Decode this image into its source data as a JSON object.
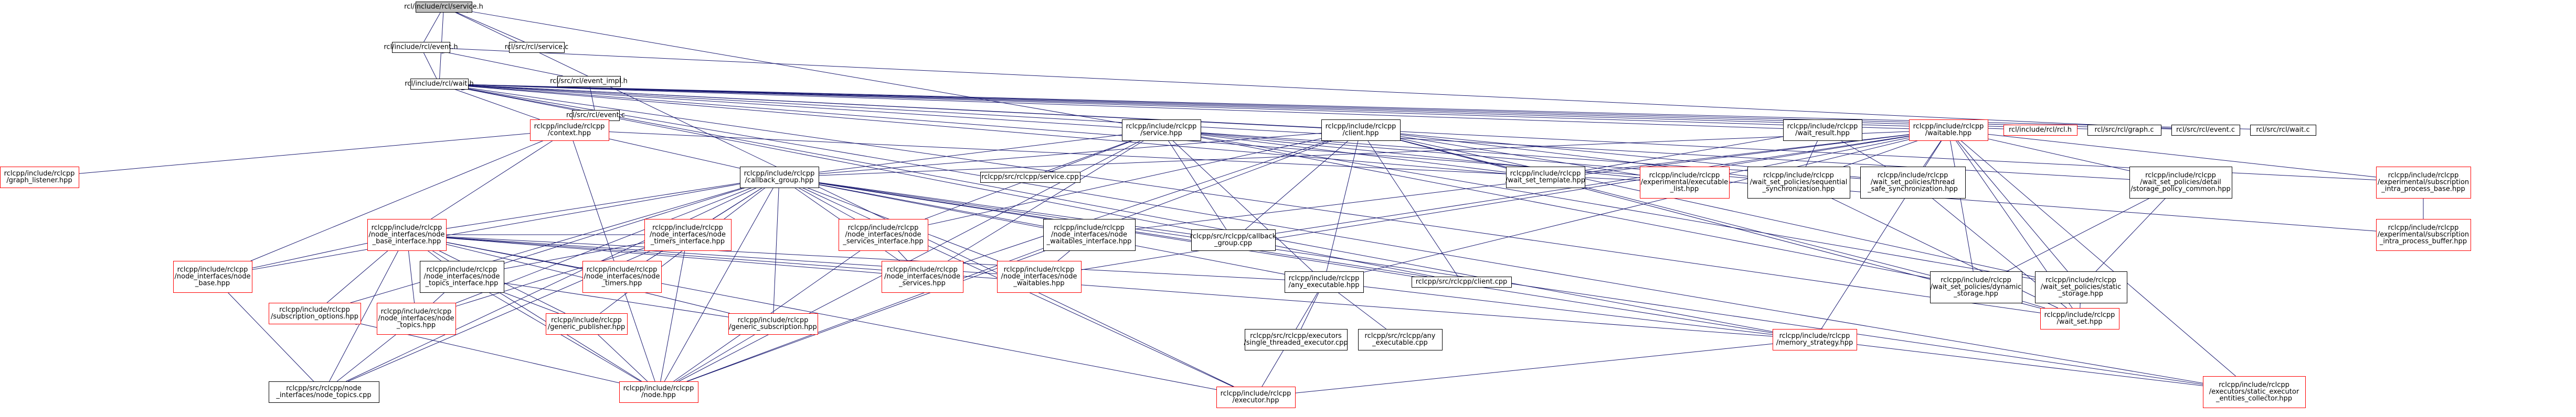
{
  "graph": {
    "colors": {
      "normal_border": "#000000",
      "missing_border": "#ff0000",
      "root_fill": "#bfbfbf",
      "edge": "#191970",
      "text": "#000000",
      "background": "#ffffff"
    },
    "nodes": [
      {
        "id": "root",
        "lines": [
          "rcl/include/rcl/service.h"
        ],
        "style": "root"
      },
      {
        "id": "event_h",
        "lines": [
          "rcl/include/rcl/event.h"
        ],
        "style": "normal"
      },
      {
        "id": "service_c",
        "lines": [
          "rcl/src/rcl/service.c"
        ],
        "style": "normal"
      },
      {
        "id": "wait_h",
        "lines": [
          "rcl/include/rcl/wait.h"
        ],
        "style": "normal"
      },
      {
        "id": "event_impl_h",
        "lines": [
          "rcl/src/rcl/event_impl.h"
        ],
        "style": "normal"
      },
      {
        "id": "event_c",
        "lines": [
          "rcl/src/rcl/event.c"
        ],
        "style": "normal"
      },
      {
        "id": "context_hpp",
        "lines": [
          "rclcpp/include/rclcpp",
          "/context.hpp"
        ],
        "style": "missing"
      },
      {
        "id": "service_hpp",
        "lines": [
          "rclcpp/include/rclcpp",
          "/service.hpp"
        ],
        "style": "normal"
      },
      {
        "id": "client_hpp",
        "lines": [
          "rclcpp/include/rclcpp",
          "/client.hpp"
        ],
        "style": "normal"
      },
      {
        "id": "wait_result_hpp",
        "lines": [
          "rclcpp/include/rclcpp",
          "/wait_result.hpp"
        ],
        "style": "normal"
      },
      {
        "id": "waitable_hpp",
        "lines": [
          "rclcpp/include/rclcpp",
          "/waitable.hpp"
        ],
        "style": "missing"
      },
      {
        "id": "rcl_h",
        "lines": [
          "rcl/include/rcl/rcl.h"
        ],
        "style": "missing"
      },
      {
        "id": "graph_c",
        "lines": [
          "rcl/src/rcl/graph.c"
        ],
        "style": "normal"
      },
      {
        "id": "rcl_event_c",
        "lines": [
          "rcl/src/rcl/event.c"
        ],
        "style": "normal"
      },
      {
        "id": "wait_c",
        "lines": [
          "rcl/src/rcl/wait.c"
        ],
        "style": "normal"
      },
      {
        "id": "graph_listener_hpp",
        "lines": [
          "rclcpp/include/rclcpp",
          "/graph_listener.hpp"
        ],
        "style": "missing"
      },
      {
        "id": "callback_group_hpp",
        "lines": [
          "rclcpp/include/rclcpp",
          "/callback_group.hpp"
        ],
        "style": "normal"
      },
      {
        "id": "service_cpp",
        "lines": [
          "rclcpp/src/rclcpp/service.cpp"
        ],
        "style": "normal"
      },
      {
        "id": "wait_template_hpp",
        "lines": [
          "rclcpp/include/rclcpp",
          "/wait_set_template.hpp"
        ],
        "style": "normal"
      },
      {
        "id": "executable_list_hpp",
        "lines": [
          "rclcpp/include/rclcpp",
          "/experimental/executable",
          "_list.hpp"
        ],
        "style": "missing"
      },
      {
        "id": "sequential_sync_hpp",
        "lines": [
          "rclcpp/include/rclcpp",
          "/wait_set_policies/sequential",
          "_synchronization.hpp"
        ],
        "style": "normal"
      },
      {
        "id": "thread_safe_sync_hpp",
        "lines": [
          "rclcpp/include/rclcpp",
          "/wait_set_policies/thread",
          "_safe_synchronization.hpp"
        ],
        "style": "normal"
      },
      {
        "id": "storage_policy_common_hpp",
        "lines": [
          "rclcpp/include/rclcpp",
          "/wait_set_policies/detail",
          "/storage_policy_common.hpp"
        ],
        "style": "normal"
      },
      {
        "id": "intra_process_base_hpp",
        "lines": [
          "rclcpp/include/rclcpp",
          "/experimental/subscription",
          "_intra_process_base.hpp"
        ],
        "style": "missing"
      },
      {
        "id": "intra_process_buffer_hpp",
        "lines": [
          "rclcpp/include/rclcpp",
          "/experimental/subscription",
          "_intra_process_buffer.hpp"
        ],
        "style": "missing"
      },
      {
        "id": "node_base_interface_hpp",
        "lines": [
          "rclcpp/include/rclcpp",
          "/node_interfaces/node",
          "_base_interface.hpp"
        ],
        "style": "missing"
      },
      {
        "id": "node_timers_interface_hpp",
        "lines": [
          "rclcpp/include/rclcpp",
          "/node_interfaces/node",
          "_timers_interface.hpp"
        ],
        "style": "missing"
      },
      {
        "id": "node_services_interface_hpp",
        "lines": [
          "rclcpp/include/rclcpp",
          "/node_interfaces/node",
          "_services_interface.hpp"
        ],
        "style": "missing"
      },
      {
        "id": "node_waitables_interface_hpp",
        "lines": [
          "rclcpp/include/rclcpp",
          "/node_interfaces/node",
          "_waitables_interface.hpp"
        ],
        "style": "normal"
      },
      {
        "id": "callback_group_cpp",
        "lines": [
          "rclcpp/src/rclcpp/callback",
          "_group.cpp"
        ],
        "style": "normal"
      },
      {
        "id": "dynamic_storage_hpp",
        "lines": [
          "rclcpp/include/rclcpp",
          "/wait_set_policies/dynamic",
          "_storage.hpp"
        ],
        "style": "normal"
      },
      {
        "id": "static_storage_hpp",
        "lines": [
          "rclcpp/include/rclcpp",
          "/wait_set_policies/static",
          "_storage.hpp"
        ],
        "style": "normal"
      },
      {
        "id": "node_base_hpp",
        "lines": [
          "rclcpp/include/rclcpp",
          "/node_interfaces/node",
          "_base.hpp"
        ],
        "style": "missing"
      },
      {
        "id": "node_topics_interface_hpp",
        "lines": [
          "rclcpp/include/rclcpp",
          "/node_interfaces/node",
          "_topics_interface.hpp"
        ],
        "style": "normal"
      },
      {
        "id": "node_timers_hpp",
        "lines": [
          "rclcpp/include/rclcpp",
          "/node_interfaces/node",
          "_timers.hpp"
        ],
        "style": "missing"
      },
      {
        "id": "node_services_hpp",
        "lines": [
          "rclcpp/include/rclcpp",
          "/node_interfaces/node",
          "_services.hpp"
        ],
        "style": "missing"
      },
      {
        "id": "node_waitables_hpp",
        "lines": [
          "rclcpp/include/rclcpp",
          "/node_interfaces/node",
          "_waitables.hpp"
        ],
        "style": "missing"
      },
      {
        "id": "any_executable_hpp",
        "lines": [
          "rclcpp/include/rclcpp",
          "/any_executable.hpp"
        ],
        "style": "normal"
      },
      {
        "id": "client_cpp",
        "lines": [
          "rclcpp/src/rclcpp/client.cpp"
        ],
        "style": "normal"
      },
      {
        "id": "wait_set_hpp",
        "lines": [
          "rclcpp/include/rclcpp",
          "/wait_set.hpp"
        ],
        "style": "missing"
      },
      {
        "id": "subscription_options_hpp",
        "lines": [
          "rclcpp/include/rclcpp",
          "/subscription_options.hpp"
        ],
        "style": "missing"
      },
      {
        "id": "node_topics_hpp",
        "lines": [
          "rclcpp/include/rclcpp",
          "/node_interfaces/node",
          "_topics.hpp"
        ],
        "style": "missing"
      },
      {
        "id": "generic_publisher_hpp",
        "lines": [
          "rclcpp/include/rclcpp",
          "/generic_publisher.hpp"
        ],
        "style": "missing"
      },
      {
        "id": "generic_subscription_hpp",
        "lines": [
          "rclcpp/include/rclcpp",
          "/generic_subscription.hpp"
        ],
        "style": "missing"
      },
      {
        "id": "single_threaded_executor_cpp",
        "lines": [
          "rclcpp/src/rclcpp/executors",
          "/single_threaded_executor.cpp"
        ],
        "style": "normal"
      },
      {
        "id": "any_executable_cpp",
        "lines": [
          "rclcpp/src/rclcpp/any",
          "_executable.cpp"
        ],
        "style": "normal"
      },
      {
        "id": "memory_strategy_hpp",
        "lines": [
          "rclcpp/include/rclcpp",
          "/memory_strategy.hpp"
        ],
        "style": "missing"
      },
      {
        "id": "node_topics_cpp",
        "lines": [
          "rclcpp/src/rclcpp/node",
          "_interfaces/node_topics.cpp"
        ],
        "style": "normal"
      },
      {
        "id": "node_hpp",
        "lines": [
          "rclcpp/include/rclcpp",
          "/node.hpp"
        ],
        "style": "missing"
      },
      {
        "id": "executor_hpp",
        "lines": [
          "rclcpp/include/rclcpp",
          "/executor.hpp"
        ],
        "style": "missing"
      },
      {
        "id": "static_executor_entities_collector_hpp",
        "lines": [
          "rclcpp/include/rclcpp",
          "/executors/static_executor",
          "_entities_collector.hpp"
        ],
        "style": "missing"
      }
    ],
    "edges": [
      [
        "root",
        "event_h"
      ],
      [
        "root",
        "service_c"
      ],
      [
        "root",
        "wait_h"
      ],
      [
        "root",
        "executor_hpp"
      ],
      [
        "root",
        "service_hpp"
      ],
      [
        "event_h",
        "event_impl_h"
      ],
      [
        "event_h",
        "wait_h"
      ],
      [
        "event_h",
        "rcl_event_c"
      ],
      [
        "event_impl_h",
        "event_c"
      ],
      [
        "wait_h",
        "context_hpp"
      ],
      [
        "wait_h",
        "service_hpp"
      ],
      [
        "wait_h",
        "client_hpp"
      ],
      [
        "wait_h",
        "wait_result_hpp"
      ],
      [
        "wait_h",
        "waitable_hpp"
      ],
      [
        "wait_h",
        "rcl_h"
      ],
      [
        "wait_h",
        "graph_c"
      ],
      [
        "wait_h",
        "rcl_event_c"
      ],
      [
        "wait_h",
        "wait_c"
      ],
      [
        "wait_h",
        "intra_process_base_hpp"
      ],
      [
        "wait_h",
        "intra_process_buffer_hpp"
      ],
      [
        "wait_h",
        "memory_strategy_hpp"
      ],
      [
        "wait_h",
        "static_executor_entities_collector_hpp"
      ],
      [
        "wait_h",
        "wait_set_hpp"
      ],
      [
        "wait_h",
        "storage_policy_common_hpp"
      ],
      [
        "wait_h",
        "client_cpp"
      ],
      [
        "wait_h",
        "wait_template_hpp"
      ],
      [
        "context_hpp",
        "graph_listener_hpp"
      ],
      [
        "context_hpp",
        "callback_group_hpp"
      ],
      [
        "context_hpp",
        "node_base_interface_hpp"
      ],
      [
        "context_hpp",
        "node_base_hpp"
      ],
      [
        "context_hpp",
        "node_hpp"
      ],
      [
        "context_hpp",
        "executable_list_hpp"
      ],
      [
        "service_hpp",
        "callback_group_hpp"
      ],
      [
        "service_hpp",
        "service_cpp"
      ],
      [
        "service_hpp",
        "wait_template_hpp"
      ],
      [
        "service_hpp",
        "executable_list_hpp"
      ],
      [
        "service_hpp",
        "node_services_interface_hpp"
      ],
      [
        "service_hpp",
        "callback_group_cpp"
      ],
      [
        "service_hpp",
        "any_executable_hpp"
      ],
      [
        "service_hpp",
        "node_services_hpp"
      ],
      [
        "service_hpp",
        "dynamic_storage_hpp"
      ],
      [
        "service_hpp",
        "static_storage_hpp"
      ],
      [
        "service_hpp",
        "node_hpp"
      ],
      [
        "service_hpp",
        "sequential_sync_hpp"
      ],
      [
        "service_hpp",
        "thread_safe_sync_hpp"
      ],
      [
        "client_hpp",
        "callback_group_hpp"
      ],
      [
        "client_hpp",
        "wait_template_hpp"
      ],
      [
        "client_hpp",
        "executable_list_hpp"
      ],
      [
        "client_hpp",
        "node_services_interface_hpp"
      ],
      [
        "client_hpp",
        "callback_group_cpp"
      ],
      [
        "client_hpp",
        "any_executable_hpp"
      ],
      [
        "client_hpp",
        "client_cpp"
      ],
      [
        "client_hpp",
        "dynamic_storage_hpp"
      ],
      [
        "client_hpp",
        "static_storage_hpp"
      ],
      [
        "client_hpp",
        "node_services_hpp"
      ],
      [
        "client_hpp",
        "sequential_sync_hpp"
      ],
      [
        "client_hpp",
        "thread_safe_sync_hpp"
      ],
      [
        "client_hpp",
        "node_hpp"
      ],
      [
        "client_hpp",
        "wait_set_hpp"
      ],
      [
        "wait_result_hpp",
        "wait_template_hpp"
      ],
      [
        "wait_result_hpp",
        "sequential_sync_hpp"
      ],
      [
        "wait_result_hpp",
        "thread_safe_sync_hpp"
      ],
      [
        "waitable_hpp",
        "callback_group_hpp"
      ],
      [
        "waitable_hpp",
        "wait_template_hpp"
      ],
      [
        "waitable_hpp",
        "executable_list_hpp"
      ],
      [
        "waitable_hpp",
        "sequential_sync_hpp"
      ],
      [
        "waitable_hpp",
        "thread_safe_sync_hpp"
      ],
      [
        "waitable_hpp",
        "storage_policy_common_hpp"
      ],
      [
        "waitable_hpp",
        "node_waitables_interface_hpp"
      ],
      [
        "waitable_hpp",
        "callback_group_cpp"
      ],
      [
        "waitable_hpp",
        "dynamic_storage_hpp"
      ],
      [
        "waitable_hpp",
        "static_storage_hpp"
      ],
      [
        "waitable_hpp",
        "any_executable_hpp"
      ],
      [
        "waitable_hpp",
        "node_waitables_hpp"
      ],
      [
        "waitable_hpp",
        "wait_set_hpp"
      ],
      [
        "waitable_hpp",
        "intra_process_base_hpp"
      ],
      [
        "waitable_hpp",
        "memory_strategy_hpp"
      ],
      [
        "waitable_hpp",
        "static_executor_entities_collector_hpp"
      ],
      [
        "storage_policy_common_hpp",
        "dynamic_storage_hpp"
      ],
      [
        "storage_policy_common_hpp",
        "static_storage_hpp"
      ],
      [
        "intra_process_base_hpp",
        "intra_process_buffer_hpp"
      ],
      [
        "callback_group_hpp",
        "node_base_interface_hpp"
      ],
      [
        "callback_group_hpp",
        "node_timers_interface_hpp"
      ],
      [
        "callback_group_hpp",
        "node_services_interface_hpp"
      ],
      [
        "callback_group_hpp",
        "node_waitables_interface_hpp"
      ],
      [
        "callback_group_hpp",
        "callback_group_cpp"
      ],
      [
        "callback_group_hpp",
        "any_executable_hpp"
      ],
      [
        "callback_group_hpp",
        "node_base_hpp"
      ],
      [
        "callback_group_hpp",
        "node_topics_interface_hpp"
      ],
      [
        "callback_group_hpp",
        "node_timers_hpp"
      ],
      [
        "callback_group_hpp",
        "node_services_hpp"
      ],
      [
        "callback_group_hpp",
        "node_waitables_hpp"
      ],
      [
        "callback_group_hpp",
        "subscription_options_hpp"
      ],
      [
        "callback_group_hpp",
        "node_topics_hpp"
      ],
      [
        "callback_group_hpp",
        "generic_publisher_hpp"
      ],
      [
        "callback_group_hpp",
        "generic_subscription_hpp"
      ],
      [
        "callback_group_hpp",
        "node_hpp"
      ],
      [
        "callback_group_hpp",
        "memory_strategy_hpp"
      ],
      [
        "callback_group_hpp",
        "executor_hpp"
      ],
      [
        "callback_group_hpp",
        "static_executor_entities_collector_hpp"
      ],
      [
        "callback_group_hpp",
        "client_cpp"
      ],
      [
        "callback_group_hpp",
        "node_topics_cpp"
      ],
      [
        "node_base_interface_hpp",
        "node_timers_interface_hpp"
      ],
      [
        "node_base_interface_hpp",
        "node_base_hpp"
      ],
      [
        "node_base_interface_hpp",
        "node_topics_interface_hpp"
      ],
      [
        "node_base_interface_hpp",
        "node_timers_hpp"
      ],
      [
        "node_base_interface_hpp",
        "node_services_hpp"
      ],
      [
        "node_base_interface_hpp",
        "node_waitables_hpp"
      ],
      [
        "node_base_interface_hpp",
        "node_topics_hpp"
      ],
      [
        "node_base_interface_hpp",
        "generic_publisher_hpp"
      ],
      [
        "node_base_interface_hpp",
        "generic_subscription_hpp"
      ],
      [
        "node_base_interface_hpp",
        "node_hpp"
      ],
      [
        "node_base_interface_hpp",
        "any_executable_hpp"
      ],
      [
        "node_base_interface_hpp",
        "memory_strategy_hpp"
      ],
      [
        "node_base_interface_hpp",
        "executor_hpp"
      ],
      [
        "node_base_interface_hpp",
        "node_topics_cpp"
      ],
      [
        "node_base_interface_hpp",
        "subscription_options_hpp"
      ],
      [
        "node_timers_interface_hpp",
        "node_timers_hpp"
      ],
      [
        "node_timers_interface_hpp",
        "node_topics_interface_hpp"
      ],
      [
        "node_timers_interface_hpp",
        "node_topics_hpp"
      ],
      [
        "node_timers_interface_hpp",
        "node_hpp"
      ],
      [
        "node_timers_interface_hpp",
        "node_topics_cpp"
      ],
      [
        "node_topics_interface_hpp",
        "node_topics_hpp"
      ],
      [
        "node_topics_interface_hpp",
        "generic_publisher_hpp"
      ],
      [
        "node_topics_interface_hpp",
        "generic_subscription_hpp"
      ],
      [
        "node_topics_interface_hpp",
        "node_hpp"
      ],
      [
        "node_services_interface_hpp",
        "node_services_hpp"
      ],
      [
        "node_services_interface_hpp",
        "node_hpp"
      ],
      [
        "node_waitables_interface_hpp",
        "node_waitables_hpp"
      ],
      [
        "node_waitables_interface_hpp",
        "node_hpp"
      ],
      [
        "dynamic_storage_hpp",
        "wait_set_hpp"
      ],
      [
        "static_storage_hpp",
        "wait_set_hpp"
      ],
      [
        "sequential_sync_hpp",
        "wait_set_hpp"
      ],
      [
        "thread_safe_sync_hpp",
        "wait_set_hpp"
      ],
      [
        "any_executable_hpp",
        "single_threaded_executor_cpp"
      ],
      [
        "any_executable_hpp",
        "any_executable_cpp"
      ],
      [
        "any_executable_hpp",
        "memory_strategy_hpp"
      ],
      [
        "any_executable_hpp",
        "executor_hpp"
      ],
      [
        "memory_strategy_hpp",
        "executor_hpp"
      ],
      [
        "memory_strategy_hpp",
        "static_executor_entities_collector_hpp"
      ],
      [
        "subscription_options_hpp",
        "node_hpp"
      ],
      [
        "node_topics_hpp",
        "node_topics_cpp"
      ],
      [
        "generic_publisher_hpp",
        "node_hpp"
      ],
      [
        "generic_subscription_hpp",
        "node_hpp"
      ],
      [
        "node_base_hpp",
        "node_topics_cpp"
      ]
    ]
  }
}
